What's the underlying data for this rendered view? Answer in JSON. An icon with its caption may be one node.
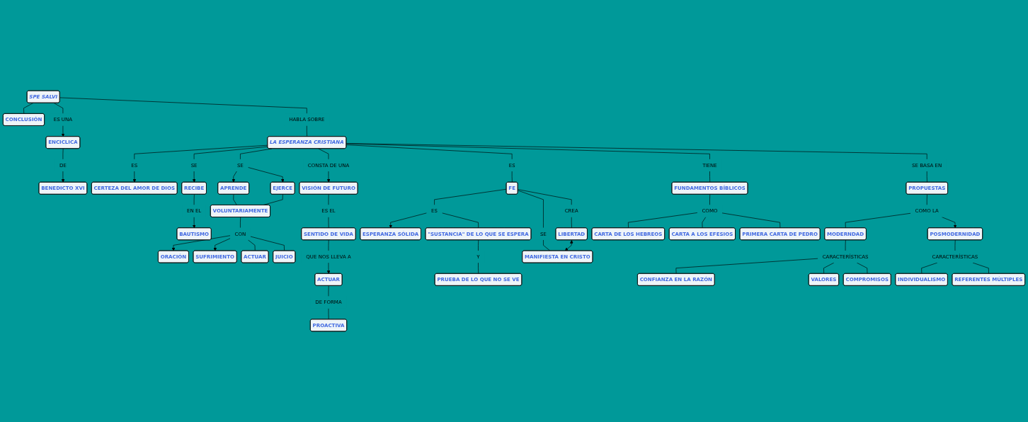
{
  "diagram": {
    "nodes": [
      {
        "text": [
          "SPE SALVI"
        ]
      },
      {
        "text": [
          "CONCLUSIÓN"
        ]
      },
      {
        "text": [
          "ES UNA"
        ]
      },
      {
        "text": [
          "ENCICLICA"
        ]
      },
      {
        "text": [
          "DE"
        ]
      },
      {
        "text": [
          "BENEDICTO XVI"
        ]
      },
      {
        "text": [
          "HABLA SOBRE"
        ]
      },
      {
        "text": [
          "CERTEZA DEL AMOR DE DIOS"
        ]
      },
      {
        "text": [
          "ES"
        ]
      },
      {
        "text": [
          "LA ESPERANZA CRISTIANA"
        ]
      },
      {
        "text": [
          "SE"
        ]
      },
      {
        "text": [
          "RECIBE"
        ]
      },
      {
        "text": [
          "EN EL"
        ]
      },
      {
        "text": [
          "BAUTISMO"
        ]
      },
      {
        "text": [
          "SE"
        ]
      },
      {
        "text": [
          "APRENDE"
        ]
      },
      {
        "text": [
          "EJERCE"
        ]
      },
      {
        "text": [
          "VOLUNTARIAMENTE"
        ]
      },
      {
        "text": [
          "CON"
        ]
      },
      {
        "text": [
          "ORACIÓN"
        ]
      },
      {
        "text": [
          "SUFRIMIENTO"
        ]
      },
      {
        "text": [
          "ACTUAR"
        ]
      },
      {
        "text": [
          "JUICIO"
        ]
      },
      {
        "text": [
          "CONSTA DE UNA"
        ]
      },
      {
        "text": [
          "VISIÓN DE FUTURO"
        ]
      },
      {
        "text": [
          "ES EL"
        ]
      },
      {
        "text": [
          "SENTIDO DE VIDA"
        ]
      },
      {
        "text": [
          "QUE NOS LLEVA A"
        ]
      },
      {
        "text": [
          "ACTUAR"
        ]
      },
      {
        "text": [
          "DE FORMA"
        ]
      },
      {
        "text": [
          "PROACTIVA"
        ]
      },
      {
        "text": [
          "ES"
        ]
      },
      {
        "text": [
          "FE"
        ]
      },
      {
        "text": [
          "ES"
        ]
      },
      {
        "text": [
          "ESPERANZA SÓLIDA"
        ]
      },
      {
        "text": [
          "\"SUSTANCIA\" DE LO QUE SE ESPERA"
        ]
      },
      {
        "text": [
          "Y"
        ]
      },
      {
        "text": [
          "PRUEBA DE LO QUE NO SE VE"
        ]
      },
      {
        "text": [
          "CREA"
        ]
      },
      {
        "text": [
          "LIBERTAD"
        ]
      },
      {
        "text": [
          "SE"
        ]
      },
      {
        "text": [
          "MANIFIESTA EN CRISTO"
        ]
      },
      {
        "text": [
          "TIENE"
        ]
      },
      {
        "text": [
          "FUNDAMENTOS BÍBLICOS"
        ]
      },
      {
        "text": [
          "COMO"
        ]
      },
      {
        "text": [
          "CARTA DE LOS HEBREOS"
        ]
      },
      {
        "text": [
          "CARTA A LOS EFESIOS"
        ]
      },
      {
        "text": [
          "PRIMERA CARTA DE PEDRO"
        ]
      },
      {
        "text": [
          "SE BASA EN"
        ]
      },
      {
        "text": [
          "PROPUESTAS"
        ]
      },
      {
        "text": [
          "COMO LA"
        ]
      },
      {
        "text": [
          "MODERNDAD"
        ]
      },
      {
        "text": [
          "POSMODERNIDAD"
        ]
      },
      {
        "text": [
          "CARACTERÍSTICAS"
        ]
      },
      {
        "text": [
          "CONFIANZA EN LA RAZÓN"
        ]
      },
      {
        "text": [
          "VALORES"
        ]
      },
      {
        "text": [
          "COMPROMISOS"
        ]
      },
      {
        "text": [
          "CARACTERÍSTICAS"
        ]
      },
      {
        "text": [
          "INDIVIDUALISMO"
        ]
      },
      {
        "text": [
          "REFERENTES MÚLTIPLES"
        ]
      }
    ],
    "edges": [
      {
        "from": 0,
        "to": 1,
        "arrow": "none"
      },
      {
        "from": 0,
        "to": 2,
        "arrow": "none"
      },
      {
        "from": 2,
        "to": 3,
        "arrow": "to"
      },
      {
        "from": 3,
        "to": 4,
        "arrow": "none"
      },
      {
        "from": 4,
        "to": 5,
        "arrow": "to"
      },
      {
        "from": 0,
        "to": 6,
        "arrow": "none"
      },
      {
        "from": 6,
        "to": 9,
        "arrow": "none"
      },
      {
        "from": 9,
        "to": 8,
        "arrow": "none"
      },
      {
        "from": 8,
        "to": 7,
        "arrow": "to"
      },
      {
        "from": 9,
        "to": 10,
        "arrow": "none"
      },
      {
        "from": 10,
        "to": 11,
        "arrow": "to"
      },
      {
        "from": 11,
        "to": 12,
        "arrow": "none"
      },
      {
        "from": 12,
        "to": 13,
        "arrow": "to"
      },
      {
        "from": 9,
        "to": 14,
        "arrow": "none"
      },
      {
        "from": 14,
        "to": 15,
        "arrow": "to"
      },
      {
        "from": 14,
        "to": 16,
        "arrow": "to"
      },
      {
        "from": 15,
        "to": 17,
        "arrow": "none"
      },
      {
        "from": 16,
        "to": 17,
        "arrow": "none"
      },
      {
        "from": 17,
        "to": 18,
        "arrow": "none"
      },
      {
        "from": 18,
        "to": 19,
        "arrow": "to"
      },
      {
        "from": 18,
        "to": 20,
        "arrow": "to"
      },
      {
        "from": 18,
        "to": 21,
        "arrow": "none"
      },
      {
        "from": 18,
        "to": 22,
        "arrow": "none"
      },
      {
        "from": 9,
        "to": 23,
        "arrow": "none"
      },
      {
        "from": 23,
        "to": 24,
        "arrow": "to"
      },
      {
        "from": 24,
        "to": 25,
        "arrow": "none"
      },
      {
        "from": 25,
        "to": 26,
        "arrow": "none"
      },
      {
        "from": 26,
        "to": 27,
        "arrow": "none"
      },
      {
        "from": 27,
        "to": 28,
        "arrow": "to"
      },
      {
        "from": 28,
        "to": 29,
        "arrow": "none"
      },
      {
        "from": 29,
        "to": 30,
        "arrow": "none"
      },
      {
        "from": 9,
        "to": 31,
        "arrow": "none"
      },
      {
        "from": 31,
        "to": 32,
        "arrow": "none"
      },
      {
        "from": 32,
        "to": 33,
        "arrow": "none"
      },
      {
        "from": 33,
        "to": 34,
        "arrow": "to"
      },
      {
        "from": 33,
        "to": 35,
        "arrow": "none"
      },
      {
        "from": 35,
        "to": 36,
        "arrow": "none"
      },
      {
        "from": 36,
        "to": 37,
        "arrow": "none"
      },
      {
        "from": 32,
        "to": 38,
        "arrow": "none"
      },
      {
        "from": 38,
        "to": 39,
        "arrow": "none"
      },
      {
        "from": 32,
        "to": 40,
        "arrow": "none"
      },
      {
        "from": 40,
        "to": 41,
        "arrow": "none"
      },
      {
        "from": 39,
        "to": 41,
        "arrow": "both"
      },
      {
        "from": 9,
        "to": 42,
        "arrow": "none"
      },
      {
        "from": 42,
        "to": 43,
        "arrow": "none"
      },
      {
        "from": 43,
        "to": 44,
        "arrow": "none"
      },
      {
        "from": 44,
        "to": 45,
        "arrow": "none"
      },
      {
        "from": 44,
        "to": 46,
        "arrow": "none"
      },
      {
        "from": 44,
        "to": 47,
        "arrow": "none"
      },
      {
        "from": 9,
        "to": 48,
        "arrow": "none"
      },
      {
        "from": 48,
        "to": 49,
        "arrow": "none"
      },
      {
        "from": 49,
        "to": 50,
        "arrow": "none"
      },
      {
        "from": 50,
        "to": 51,
        "arrow": "none"
      },
      {
        "from": 50,
        "to": 52,
        "arrow": "to"
      },
      {
        "from": 51,
        "to": 53,
        "arrow": "none"
      },
      {
        "from": 53,
        "to": 54,
        "arrow": "none"
      },
      {
        "from": 53,
        "to": 55,
        "arrow": "none"
      },
      {
        "from": 53,
        "to": 56,
        "arrow": "none"
      },
      {
        "from": 52,
        "to": 57,
        "arrow": "none"
      },
      {
        "from": 57,
        "to": 58,
        "arrow": "none"
      },
      {
        "from": 57,
        "to": 59,
        "arrow": "none"
      }
    ]
  }
}
